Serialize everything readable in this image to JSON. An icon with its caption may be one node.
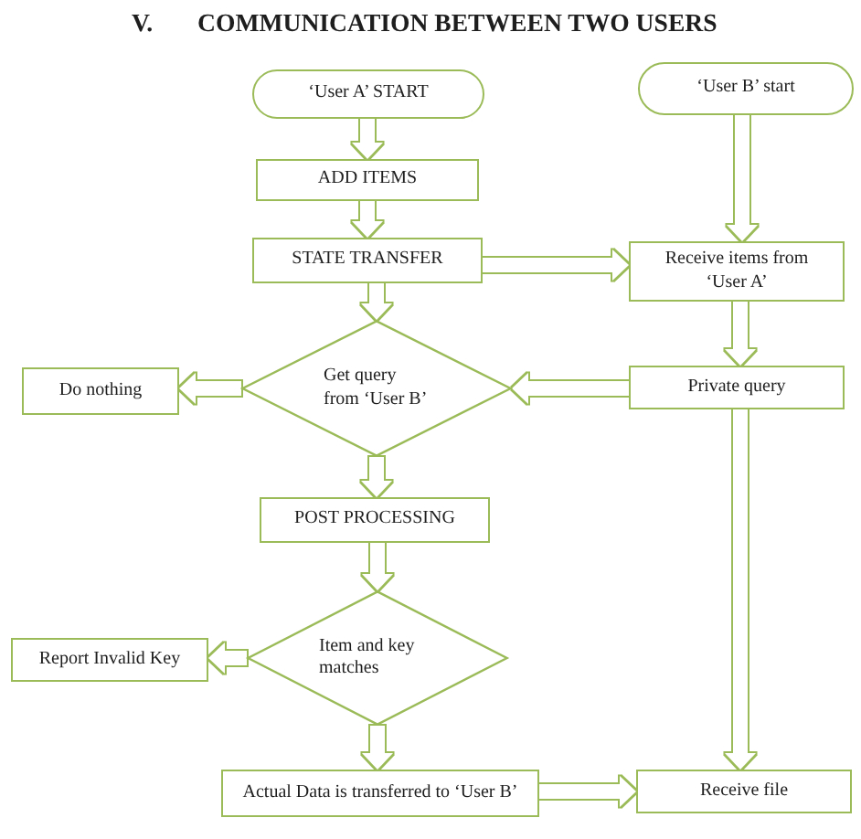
{
  "diagram": {
    "title": "COMMUNICATION BETWEEN TWO USERS",
    "nodes": [
      {
        "text": [
          "‘User A’ START"
        ]
      },
      {
        "text": [
          "‘User B’ start"
        ]
      },
      {
        "text": [
          "ADD ITEMS"
        ]
      },
      {
        "text": [
          "STATE TRANSFER"
        ]
      },
      {
        "text": [
          "Receive items from ‘User A’"
        ]
      },
      {
        "text": [
          "Get query from ‘User B’"
        ]
      },
      {
        "text": [
          "Do nothing"
        ]
      },
      {
        "text": [
          "Private query"
        ]
      },
      {
        "text": [
          "POST PROCESSING"
        ]
      },
      {
        "text": [
          "Item and key matches"
        ]
      },
      {
        "text": [
          "Report Invalid Key"
        ]
      },
      {
        "text": [
          "Actual Data is transferred to ‘User B’"
        ]
      },
      {
        "text": [
          "Receive file"
        ]
      }
    ],
    "edges": [
      {
        "from": 0,
        "to": 2,
        "arrow": "to"
      },
      {
        "from": 1,
        "to": 4,
        "arrow": "to"
      },
      {
        "from": 2,
        "to": 3,
        "arrow": "to"
      },
      {
        "from": 3,
        "to": 4,
        "arrow": "to"
      },
      {
        "from": 3,
        "to": 5,
        "arrow": "to"
      },
      {
        "from": 4,
        "to": 7,
        "arrow": "to"
      },
      {
        "from": 7,
        "to": 5,
        "arrow": "to"
      },
      {
        "from": 5,
        "to": 6,
        "arrow": "to"
      },
      {
        "from": 5,
        "to": 8,
        "arrow": "to"
      },
      {
        "from": 8,
        "to": 9,
        "arrow": "to"
      },
      {
        "from": 9,
        "to": 10,
        "arrow": "to"
      },
      {
        "from": 9,
        "to": 11,
        "arrow": "to"
      },
      {
        "from": 7,
        "to": 12,
        "arrow": "to"
      },
      {
        "from": 11,
        "to": 12,
        "arrow": "to"
      }
    ],
    "labels": [
      "V."
    ]
  }
}
